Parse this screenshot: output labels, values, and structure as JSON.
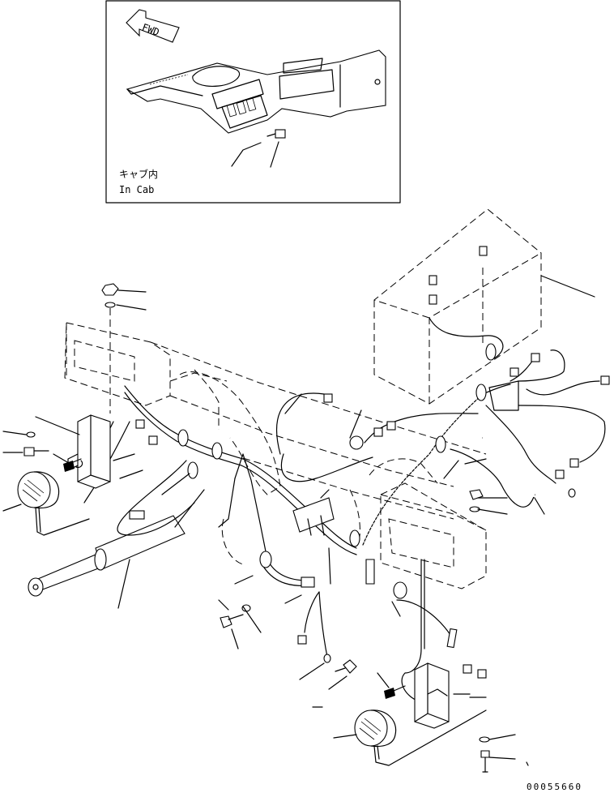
{
  "inset": {
    "direction_label": "FWD",
    "caption_japanese": "キャブ内",
    "caption_english": "In Cab"
  },
  "document_number": "00055660"
}
